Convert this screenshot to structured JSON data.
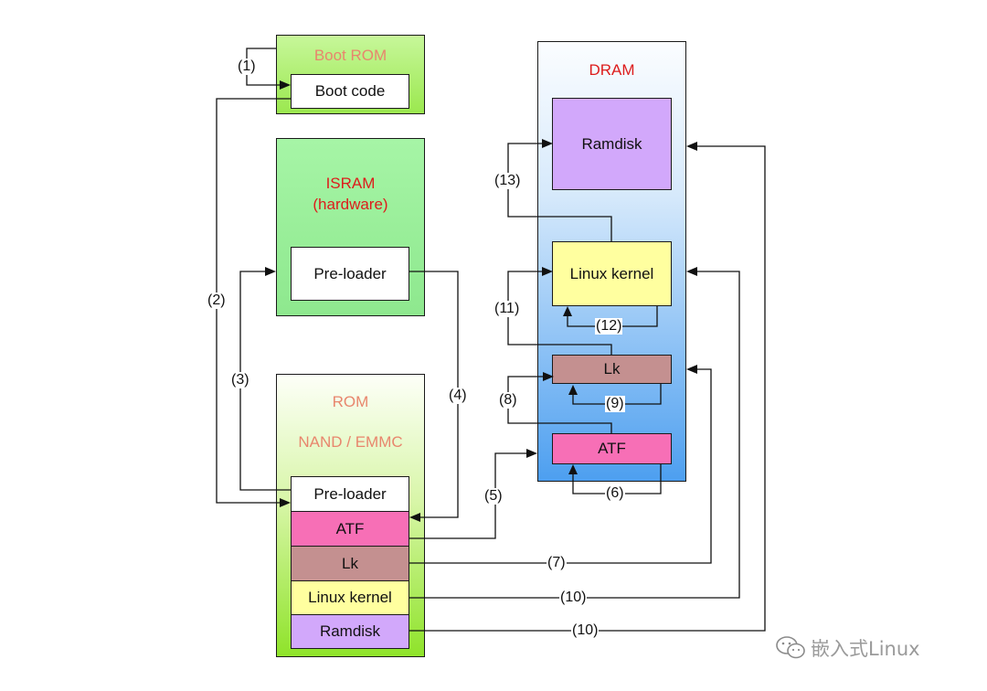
{
  "colors": {
    "title_orange": "#e8866d",
    "title_red": "#dd1c1c",
    "pink": "#f76fb6",
    "brown": "#c49090",
    "yellow": "#ffff9f",
    "violet": "#d2a8fb",
    "white": "#ffffff",
    "line": "#111111"
  },
  "panels": {
    "boot_rom": {
      "title": "Boot ROM",
      "box": "Boot code"
    },
    "isram": {
      "title_line1": "ISRAM",
      "title_line2": "(hardware)",
      "box": "Pre-loader"
    },
    "rom": {
      "title_line1": "ROM",
      "title_line2": "NAND / EMMC",
      "items": [
        "Pre-loader",
        "ATF",
        "Lk",
        "Linux kernel",
        "Ramdisk"
      ]
    },
    "dram": {
      "title": "DRAM",
      "items": [
        "Ramdisk",
        "Linux kernel",
        "Lk",
        "ATF"
      ]
    }
  },
  "steps": [
    "(1)",
    "(2)",
    "(3)",
    "(4)",
    "(5)",
    "(6)",
    "(7)",
    "(8)",
    "(9)",
    "(10)",
    "(10)",
    "(11)",
    "(12)",
    "(13)"
  ],
  "watermark": {
    "text": "嵌入式Linux",
    "icon": "wechat-icon"
  }
}
